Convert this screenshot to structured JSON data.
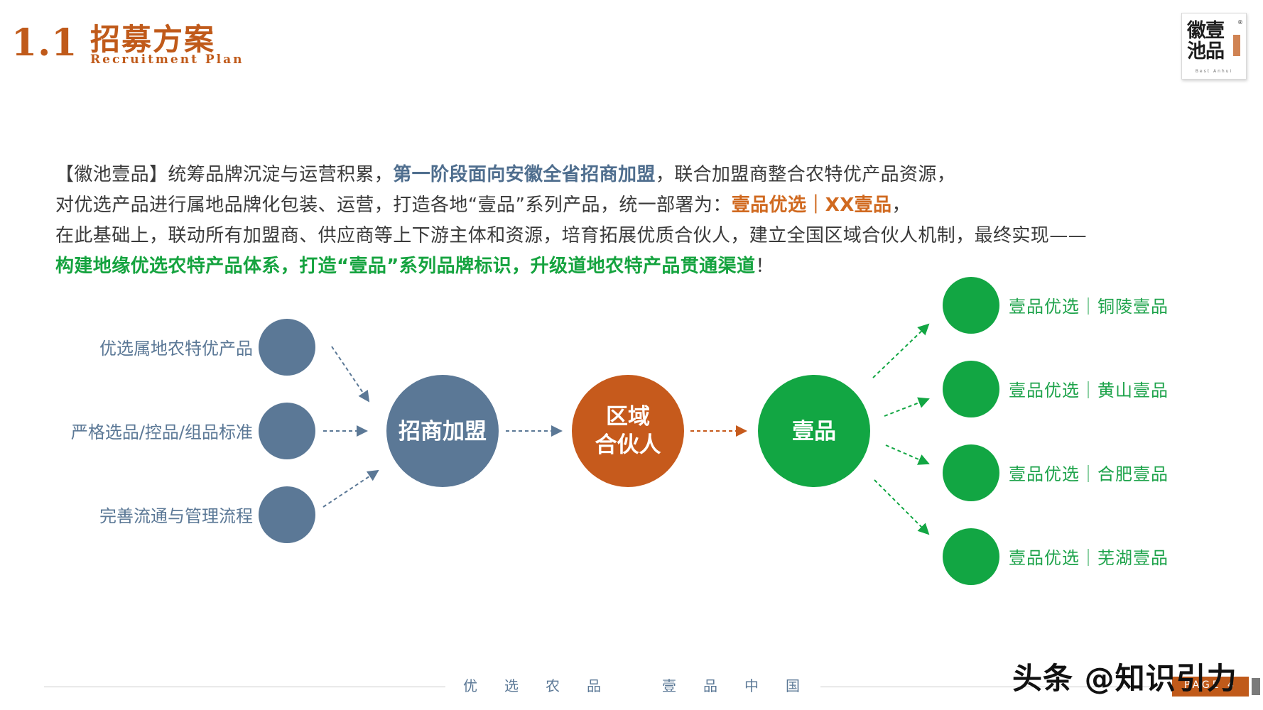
{
  "header": {
    "section_number": "1.1",
    "title": "招募方案",
    "subtitle": "Recruitment Plan"
  },
  "logo": {
    "chars": "徽壹池品",
    "registered": "®",
    "english": "Best Anhui"
  },
  "paragraph": {
    "line1": [
      {
        "text": "【徽池壹品】统筹品牌沉淀与运营积累，",
        "style": "normal"
      },
      {
        "text": "第一阶段面向安徽全省招商加盟",
        "style": "blue"
      },
      {
        "text": "，联合加盟商整合农特优产品资源，",
        "style": "normal"
      }
    ],
    "line2": [
      {
        "text": "对优选产品进行属地品牌化包装、运营，打造各地“壹品”系列产品，统一部署为：",
        "style": "normal"
      },
      {
        "text": "壹品优选｜XX壹品",
        "style": "orange"
      },
      {
        "text": "，",
        "style": "normal"
      }
    ],
    "line3": [
      {
        "text": "在此基础上，联动所有加盟商、供应商等上下游主体和资源，培育拓展优质合伙人，建立全国区域合伙人机制，最终实现——",
        "style": "normal"
      }
    ],
    "line4": [
      {
        "text": "构建地缘优选农特产品体系，打造“壹品”系列品牌标识，升级道地农特产品贯通渠道",
        "style": "green"
      },
      {
        "text": "！",
        "style": "normal"
      }
    ]
  },
  "diagram": {
    "inputs": [
      "优选属地农特优产品",
      "严格选品/控品/组品标准",
      "完善流通与管理流程"
    ],
    "main_node": "招商加盟",
    "partner_node_line1": "区域",
    "partner_node_line2": "合伙人",
    "brand_node": "壹品",
    "outputs": [
      "壹品优选｜铜陵壹品",
      "壹品优选｜黄山壹品",
      "壹品优选｜合肥壹品",
      "壹品优选｜芜湖壹品"
    ],
    "colors": {
      "slate": "#5b7896",
      "orange": "#c65a1c",
      "green": "#12a643"
    }
  },
  "footer": {
    "left_text": "优选农品",
    "right_text": "壹品中国",
    "page_label": "PAGE 4",
    "watermark": "头条 @知识引力"
  }
}
